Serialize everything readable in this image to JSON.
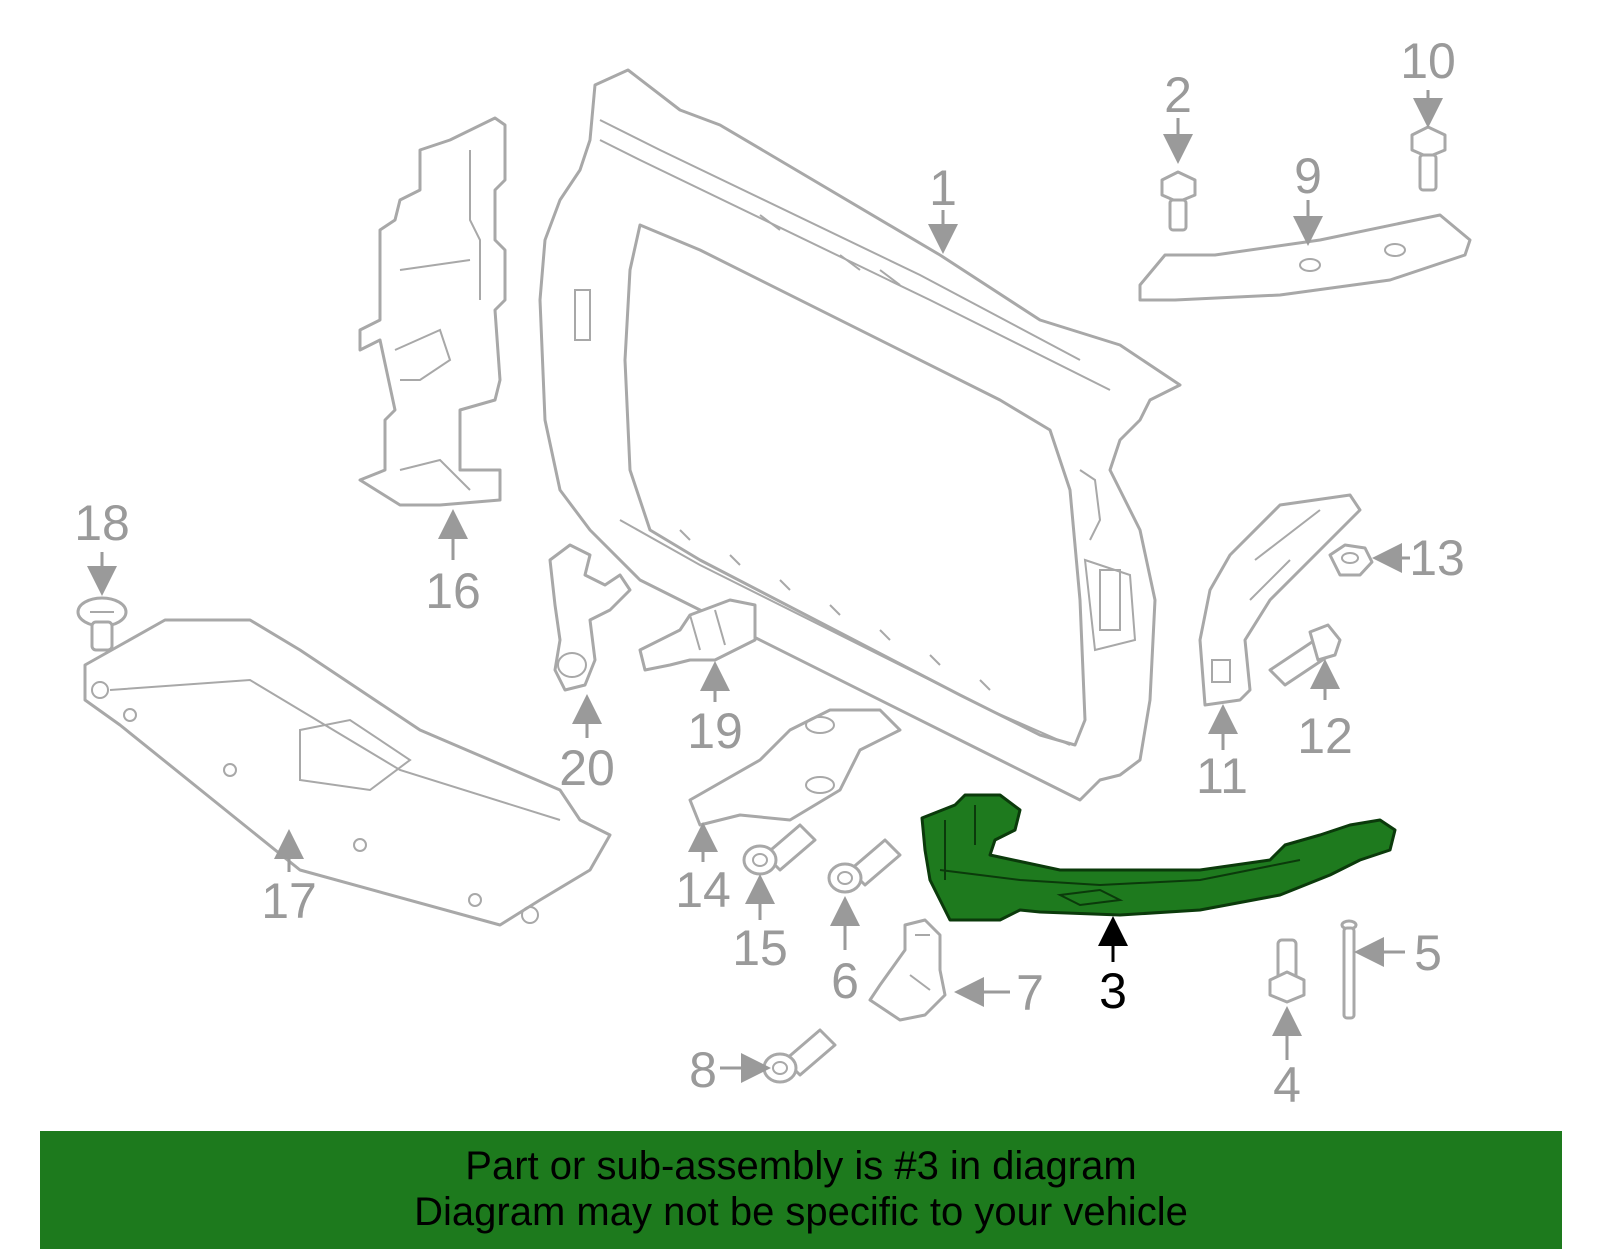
{
  "callouts": [
    "1",
    "2",
    "3",
    "4",
    "5",
    "6",
    "7",
    "8",
    "9",
    "10",
    "11",
    "12",
    "13",
    "14",
    "15",
    "16",
    "17",
    "18",
    "19",
    "20"
  ],
  "highlighted_part": "3",
  "banner": {
    "line1": "Part or sub-assembly is #3 in diagram",
    "line2": "Diagram may not be specific to your vehicle"
  },
  "colors": {
    "highlight_fill": "#1e7a1e",
    "banner_bg": "#1d7a1d",
    "part_outline": "#a8a8a8",
    "callout_text": "#9a9a9a"
  }
}
